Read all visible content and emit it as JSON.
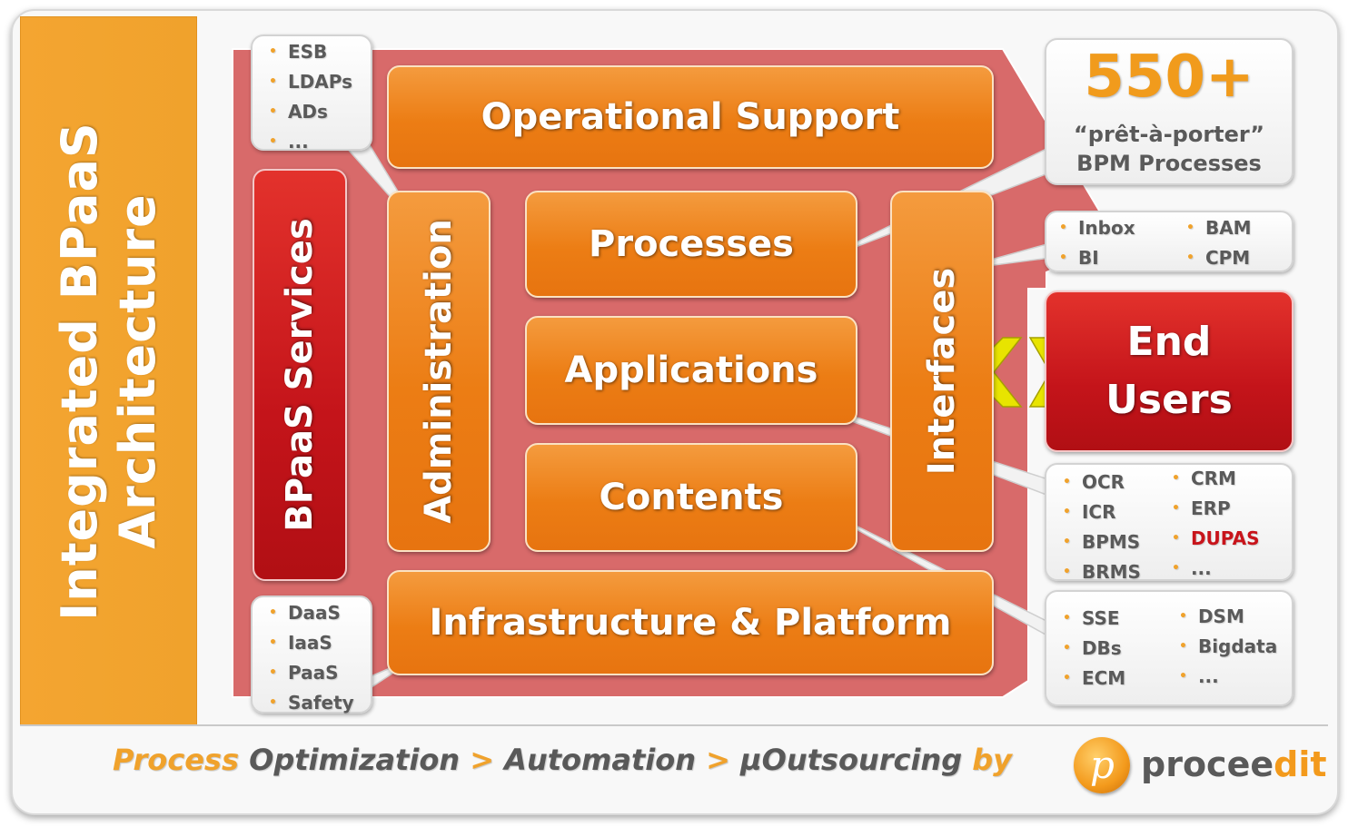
{
  "title": "Integrated BPaaS\nArchitecture",
  "blocks": {
    "operational_support": "Operational Support",
    "bpaas_services": "BPaaS Services",
    "administration": "Administration",
    "processes": "Processes",
    "applications": "Applications",
    "contents": "Contents",
    "interfaces": "Interfaces",
    "infrastructure": "Infrastructure & Platform",
    "end_users_line1": "End",
    "end_users_line2": "Users"
  },
  "callouts": {
    "admin": [
      "ESB",
      "LDAPs",
      "ADs",
      "..."
    ],
    "infra": [
      "DaaS",
      "IaaS",
      "PaaS",
      "Safety"
    ],
    "processes": {
      "number": "550+",
      "line1": "“prêt-à-porter”",
      "line2": "BPM Processes"
    },
    "interfaces_left": [
      "Inbox",
      "BI"
    ],
    "interfaces_right": [
      "BAM",
      "CPM"
    ],
    "applications_left": [
      "OCR",
      "ICR",
      "BPMS",
      "BRMS"
    ],
    "applications_right": [
      "CRM",
      "ERP",
      "DUPAS",
      "..."
    ],
    "contents_left": [
      "SSE",
      "DBs",
      "ECM"
    ],
    "contents_right": [
      "DSM",
      "Bigdata",
      "..."
    ]
  },
  "footer": {
    "word1": "Process",
    "word2": "Optimization",
    "sep1": ">",
    "word3": "Automation",
    "sep2": ">",
    "word4": "µOutsourcing",
    "word5": "by"
  },
  "logo": {
    "glyph": "p",
    "text_main": "procee",
    "text_accent": "dit"
  },
  "colors": {
    "orange": "#ec7d14",
    "title_orange": "#f4a531",
    "red": "#c4141a",
    "background_shape": "#d86a6a",
    "arrow_yellow": "#e8e400"
  }
}
